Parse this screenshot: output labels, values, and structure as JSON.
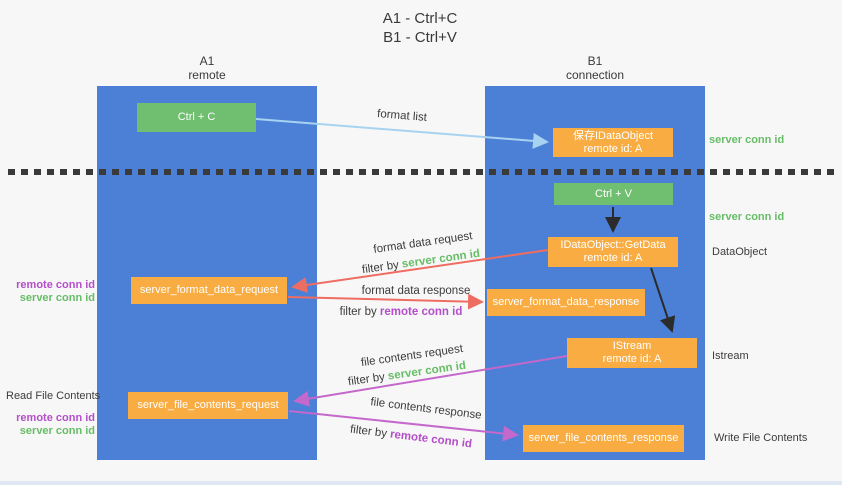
{
  "title": {
    "line1": "A1 - Ctrl+C",
    "line2": "B1 - Ctrl+V"
  },
  "columns": {
    "a1": {
      "name": "A1",
      "subtitle": "remote"
    },
    "b1": {
      "name": "B1",
      "subtitle": "connection"
    }
  },
  "boxes": {
    "ctrl_c": "Ctrl + C",
    "ctrl_v": "Ctrl + V",
    "save_idataobject": {
      "line1": "保存IDataObject",
      "line2": "remote id: A"
    },
    "getdata": {
      "line1": "IDataObject::GetData",
      "line2": "remote id: A"
    },
    "istream": {
      "line1": "IStream",
      "line2": "remote id: A"
    },
    "format_request": "server_format_data_request",
    "format_response": "server_format_data_response",
    "file_request": "server_file_contents_request",
    "file_response": "server_file_contents_response"
  },
  "flow_labels": {
    "format_list": "format list",
    "format_data_request": "format data request",
    "filter_by_server_1": {
      "prefix": "filter by ",
      "keyword": "server conn id"
    },
    "format_data_response": "format data response",
    "filter_by_remote_1": {
      "prefix": "filter by ",
      "keyword": "remote conn id"
    },
    "file_contents_request": "file contents request",
    "filter_by_server_2": {
      "prefix": "filter by ",
      "keyword": "server conn id"
    },
    "file_contents_response": "file contents response",
    "filter_by_remote_2": {
      "prefix": "filter by ",
      "keyword": "remote conn id"
    }
  },
  "side_labels": {
    "server_conn_right_1": "server conn id",
    "server_conn_right_2": "server conn id",
    "dataobject": "DataObject",
    "istream": "Istream",
    "write_file_contents": "Write File Contents",
    "read_file_contents": "Read File Contents",
    "remote_conn_left_1": "remote conn id",
    "server_conn_left_1": "server conn id",
    "remote_conn_left_2": "remote conn id",
    "server_conn_left_2": "server conn id"
  },
  "colors": {
    "column_blue": "#4b80d6",
    "box_green": "#70bf70",
    "box_orange": "#f8ac42",
    "text_green": "#67bd67",
    "text_purple": "#b44ec9",
    "arrow_blue": "#a7d2f0",
    "arrow_red": "#ee6d62",
    "arrow_magenta": "#c468cc",
    "arrow_black": "#2b2b2b"
  }
}
